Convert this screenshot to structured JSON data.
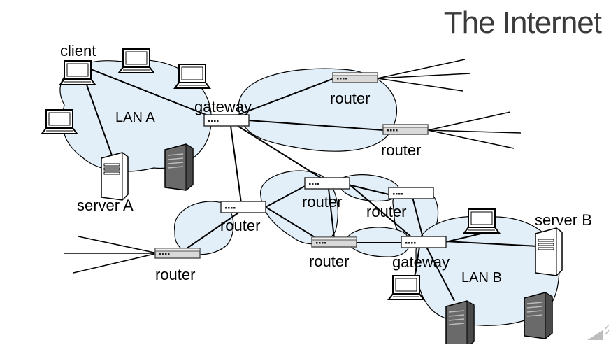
{
  "slide": {
    "title": "The Internet"
  },
  "labels": {
    "client": "client",
    "lan_a": "LAN A",
    "server_a": "server A",
    "gateway_a": "gateway",
    "router_top": "router",
    "router_right": "router",
    "router_mid": "router",
    "router_center": "router",
    "router_center_right": "router",
    "router_bottom_center": "router",
    "router_left": "router",
    "gateway_b": "gateway",
    "lan_b": "LAN B",
    "server_b": "server B"
  },
  "colors": {
    "lan_fill": "#e3eff8",
    "router_body": "#cfcfcf",
    "server_dark": "#5a5a5a"
  }
}
